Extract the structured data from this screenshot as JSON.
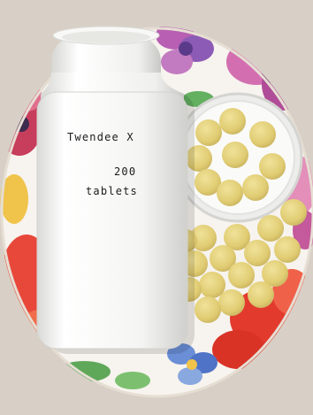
{
  "bottle_label": {
    "product_name": "Twendee X",
    "count": "200",
    "unit": "tablets"
  },
  "colors": {
    "tablet": "#e3d07c",
    "bottle": "#f6f6f4",
    "plate": "#f7f3ee",
    "background": "#d8d0c6"
  }
}
